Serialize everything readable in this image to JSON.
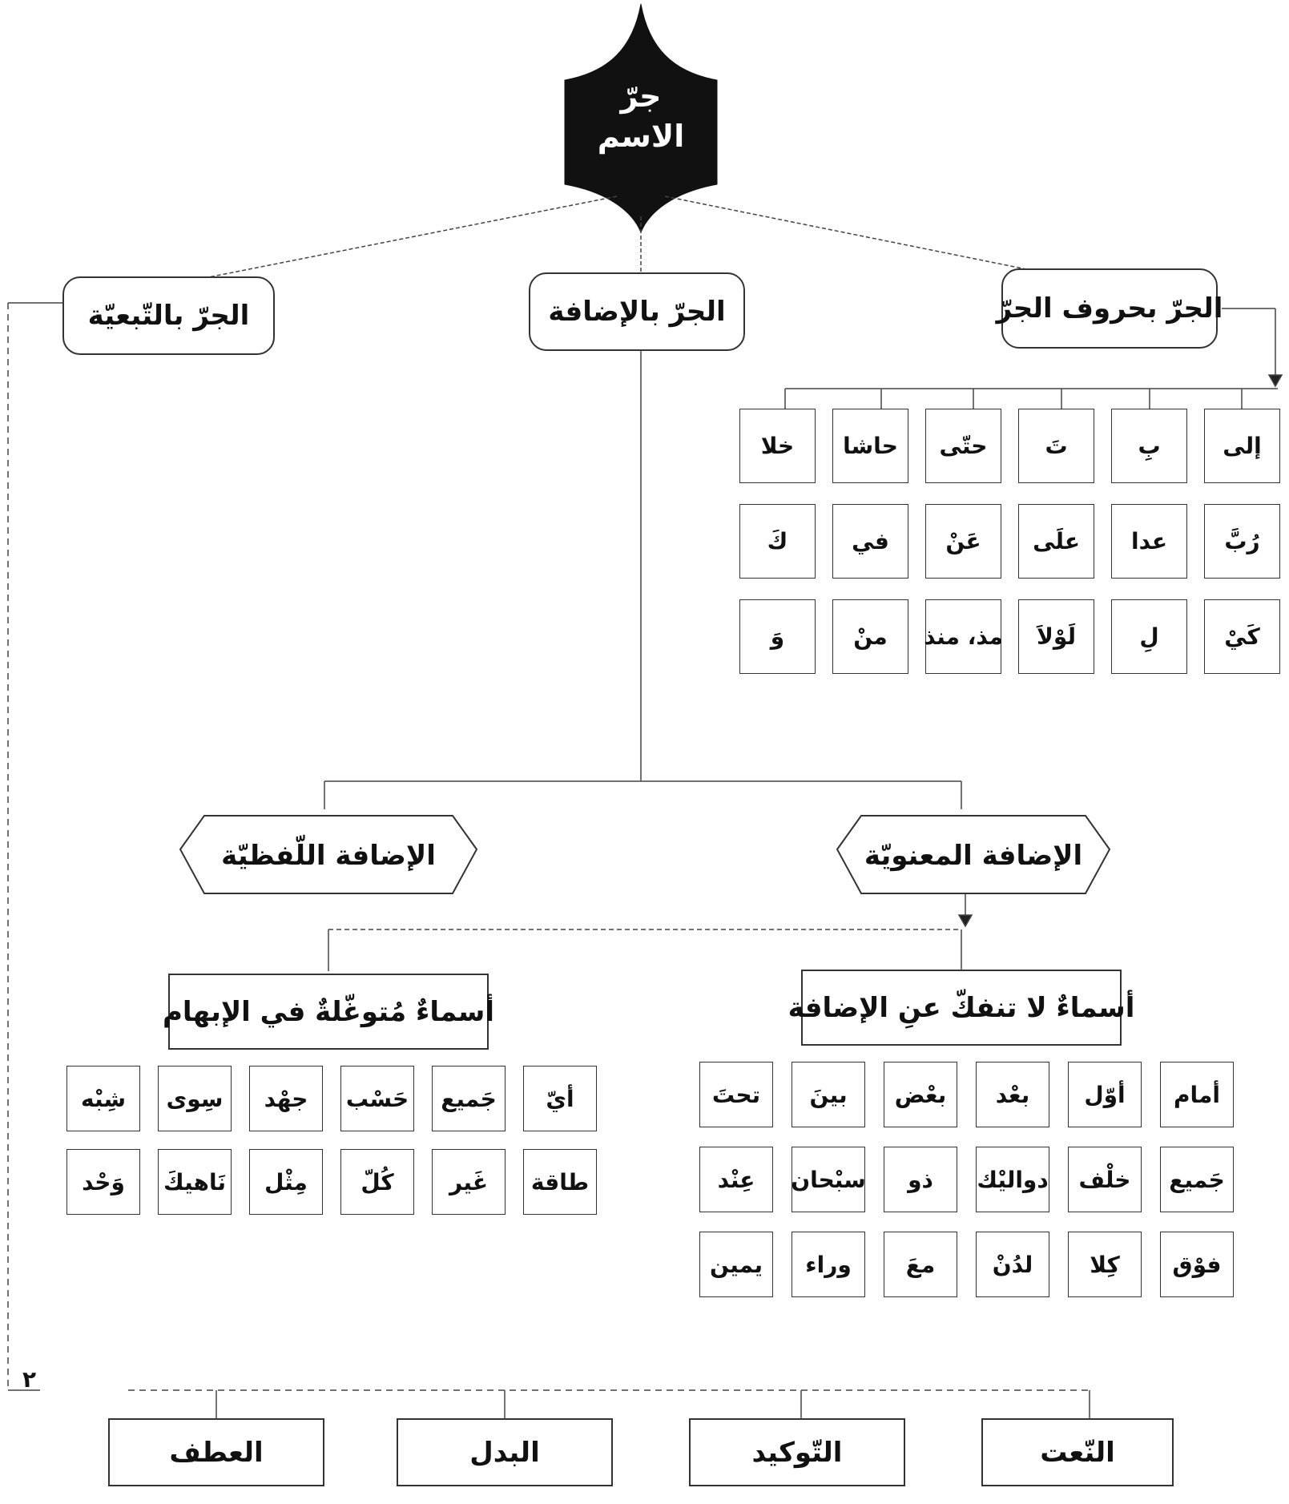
{
  "root": {
    "line1": "جرّ",
    "line2": "الاسم"
  },
  "branches": {
    "huruf": "الجرّ بحروف الجرّ",
    "idafa": "الجرّ بالإضافة",
    "tabiyya": "الجرّ بالتّبعيّة"
  },
  "prepositions": [
    [
      "إلى",
      "بِ",
      "تَ",
      "حتّى",
      "حاشا",
      "خلا"
    ],
    [
      "رُبَّ",
      "عدا",
      "علَى",
      "عَنْ",
      "في",
      "كَ"
    ],
    [
      "كَيْ",
      "لِ",
      "لَوْلاَ",
      "مذ، منذ",
      "منْ",
      "وَ"
    ]
  ],
  "idafa_types": {
    "manawiyya": "الإضافة المعنويّة",
    "lafziyya": "الإضافة اللّفظيّة"
  },
  "groups": {
    "la_tanfak": "أسماءٌ لا تنفكّ عنِ الإضافة",
    "mutawaghila": "أسماءٌ مُتوغّلةٌ في الإبهام"
  },
  "la_tanfak_words": [
    [
      "أمام",
      "أوّل",
      "بعْد",
      "بعْض",
      "بينَ",
      "تحتَ"
    ],
    [
      "جَميع",
      "خلْف",
      "دواليْك",
      "ذو",
      "سبْحان",
      "عِنْد"
    ],
    [
      "فوْق",
      "كِلا",
      "لدُنْ",
      "معَ",
      "وراء",
      "يمين"
    ]
  ],
  "mutawaghila_words": [
    [
      "أيّ",
      "جَميع",
      "حَسْب",
      "جهْد",
      "سِوى",
      "شِبْه"
    ],
    [
      "طاقة",
      "غَير",
      "كُلّ",
      "مِثْل",
      "نَاهيكَ",
      "وَحْد"
    ]
  ],
  "tawabi": [
    "النّعت",
    "التّوكيد",
    "البدل",
    "العطف"
  ],
  "page_number": "٢"
}
